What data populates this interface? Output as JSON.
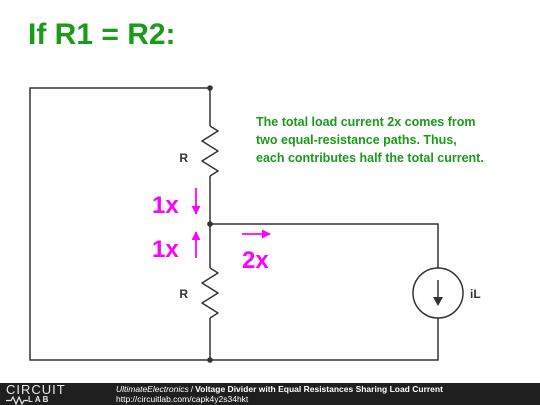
{
  "header": {
    "title": "If R1 = R2:"
  },
  "note": {
    "lines": [
      "The total load current 2x comes from",
      "two equal-resistance paths. Thus,",
      "each contributes half the total current."
    ]
  },
  "circuit": {
    "top_resistor_label": "R",
    "bottom_resistor_label": "R",
    "top_branch_current": "1x",
    "bottom_branch_current": "1x",
    "load_current": "2x",
    "source_label": "iL"
  },
  "colors": {
    "title": "#1a9b1a",
    "note": "#1a9b1a",
    "current_labels": "#ff00ff",
    "wires": "#333333"
  },
  "footer": {
    "logo_top": "CIRCUIT",
    "logo_bottom": "LAB",
    "author": "UltimateElectronics",
    "separator": "/",
    "circuit_title": "Voltage Divider with Equal Resistances Sharing Load Current",
    "url": "http://circuitlab.com/capk4y2s34hkt"
  }
}
